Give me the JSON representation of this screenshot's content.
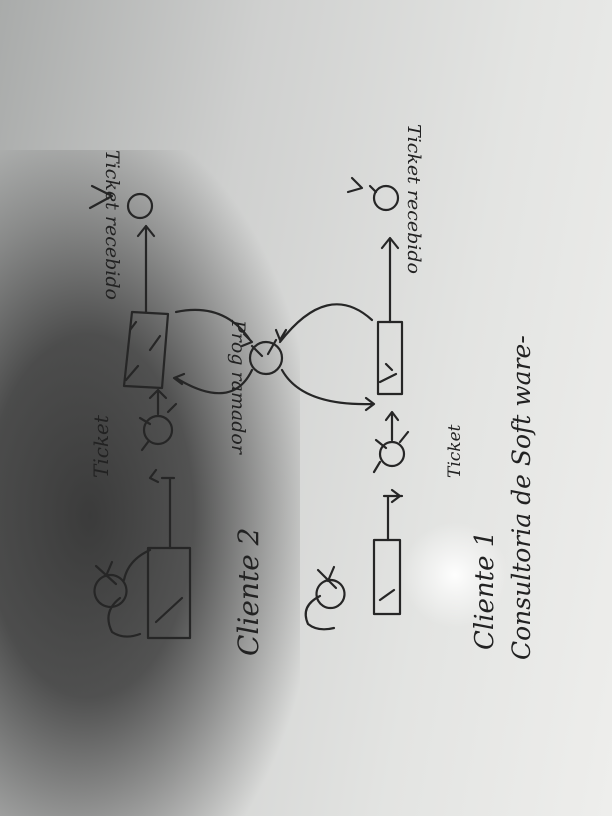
{
  "diagram": {
    "caption": "Consultoria de Soft ware-",
    "client1_label": "Cliente 1",
    "client2_label": "Cliente 2",
    "ticket_label_top": "Ticket",
    "ticket_label_bottom": "Ticket",
    "programmer_label": "Prog ramador",
    "ticket_received_top": "Ticket recebido",
    "ticket_received_bottom": "Ticket recebido"
  }
}
